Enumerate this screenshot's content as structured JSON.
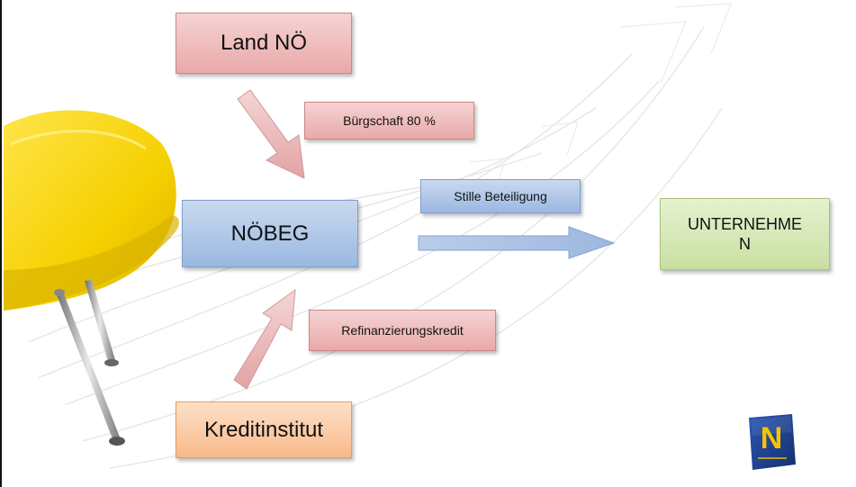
{
  "diagram": {
    "nodes": {
      "land": "Land NÖ",
      "noebeg": "NÖBEG",
      "unternehmen": "UNTERNEHME\nN",
      "kreditinstitut": "Kreditinstitut"
    },
    "edges": {
      "buergschaft": "Bürgschaft 80 %",
      "stille": "Stille Beteiligung",
      "refinanzierung": "Refinanzierungskredit"
    },
    "colors": {
      "red": "#e9a9a9",
      "blue": "#9bb8e1",
      "green": "#c8e0a1",
      "orange": "#f8b98a",
      "chair": "#f5d300",
      "logo_blue": "#1f3f8f",
      "logo_yellow": "#f5c400"
    },
    "logo": {
      "icon": "noe-logo-icon",
      "letter": "N"
    }
  }
}
